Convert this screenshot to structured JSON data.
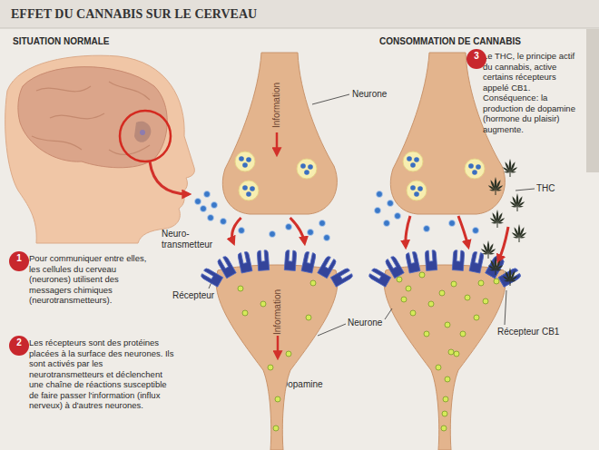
{
  "diagram": {
    "title": "EFFET DU CANNABIS SUR LE CERVEAU",
    "nodes": [
      {
        "text": [
          "Information"
        ]
      },
      {
        "text": [
          "Information"
        ]
      },
      {
        "text": [
          "1"
        ]
      },
      {
        "text": [
          "2"
        ]
      },
      {
        "text": [
          "3"
        ]
      }
    ],
    "edges": [
      {
        "from": 0,
        "to": 1,
        "arrow": "to"
      },
      {
        "from": 0,
        "to": 1,
        "arrow": "to"
      }
    ],
    "labels": [
      "SITUATION NORMALE",
      "CONSOMMATION DE CANNABIS",
      "Neurone",
      "Neuro-transmetteur",
      "Récepteur",
      "Neurone",
      "Dopamine",
      "Récepteur CB1",
      "THC",
      "Pour communiquer entre elles, les cellules du cerveau (neurones) utilisent des messagers chimiques (neurotransmetteurs).",
      "Les récepteurs sont des protéines placées à la surface des neurones. Ils sont activés par les neurotransmetteurs et déclenchent une chaîne de réactions susceptible de faire passer l'information (influx nerveux) à d'autres neurones.",
      "Le THC, le principe actif du cannabis, active certains récepteurs appelé CB1. Conséquence: la production de dopamine (hormone du plaisir) augmente."
    ]
  }
}
